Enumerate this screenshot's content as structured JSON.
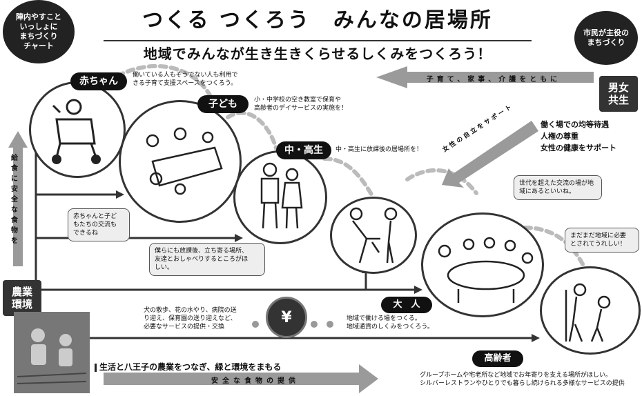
{
  "title": "つくる つくろう　みんなの居場所",
  "subtitle": "地域でみんなが生き生きくらせるしくみをつくろう！",
  "badge_left": "陣内やすこと\nいっしょに\nまちづくり\nチャート",
  "badge_right": "市民が主役の\nまちづくり",
  "gender": {
    "label": "男女\n共生",
    "items": [
      "働く場での均等待遇",
      "人権の尊重",
      "女性の健康をサポート"
    ]
  },
  "arrows": {
    "care": "子育て、家事、介護をともに",
    "women": "女性の自立をサポート",
    "food_vertical": "給食に安全な食物を",
    "food_bottom": "安全な食物の提供"
  },
  "stages": {
    "baby": {
      "label": "赤ちゃん",
      "text": "働いている人もそうでない人も利用で\nきる子育て支援スペースをつくろう。"
    },
    "child": {
      "label": "子ども",
      "text": "小・中学校の空き教室で保育や\n高齢者のデイサービスの実施を！"
    },
    "teen": {
      "label": "中・高生",
      "text": "中・高生に放課後の居場所を！"
    },
    "adult": {
      "label": "大　人",
      "text": "地域で働ける場をつくる。\n地域通貨のしくみをつくろう。"
    },
    "elder": {
      "label": "高齢者",
      "text": "グループホームや宅老所など地域でお年寄りを支える場所がほしい。\nシルバーレストランやひとりでも暮らし続けられる多様なサービスの提供"
    }
  },
  "notes": {
    "baby_child": "赤ちゃんと子ど\nもたちの交流も\nできるね",
    "after_school": "僕らにも放課後、立ち寄る場所、\n友達とおしゃべりするところがほ\nしい。",
    "generations": "世代を超えた交流の場が地\n域にあるといいね。",
    "needed": "まだまだ地域に必要\nとされてうれしい！",
    "services": "犬の散歩、花の水やり、病院の送\nり迎え、保育園の送り迎えなど、\n必要なサービスの提供・交換"
  },
  "agriculture": {
    "label": "農業\n環境",
    "text": "生活と八王子の農業をつなぎ、緑と環境をまもる"
  },
  "currency_symbol": "¥",
  "colors": {
    "dark": "#222222",
    "arrow_gray": "#9a9a9a",
    "dot_gray": "#bbbbbb"
  }
}
